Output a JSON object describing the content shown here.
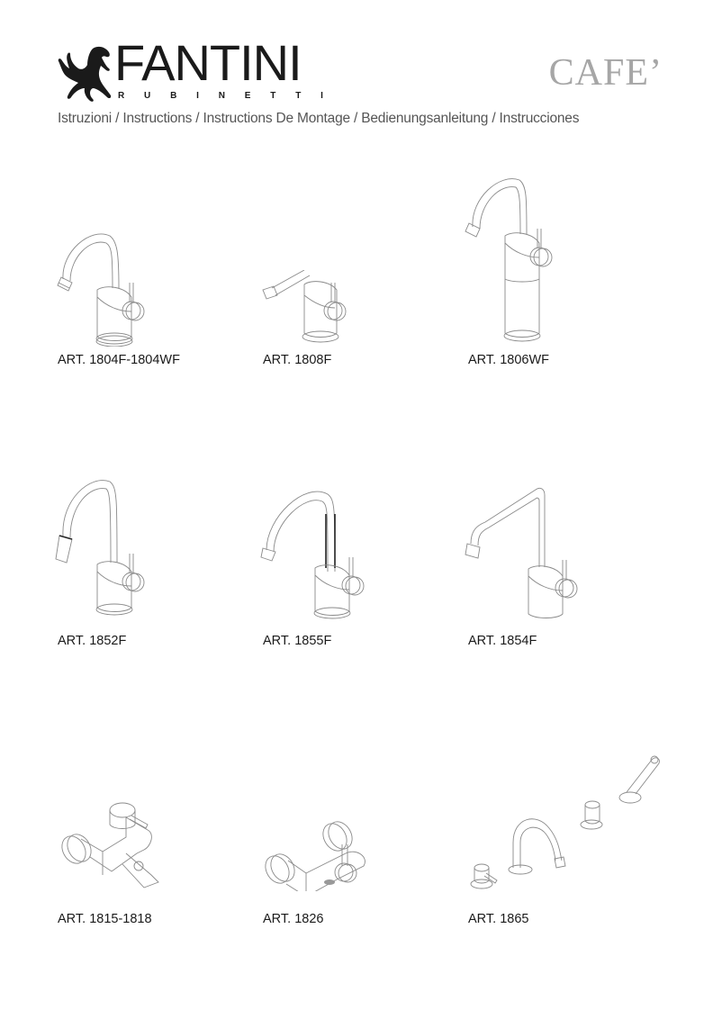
{
  "header": {
    "brand": "FANTINI",
    "brand_sub_letters": [
      "R",
      "U",
      "B",
      "I",
      "N",
      "E",
      "T",
      "T",
      "I"
    ],
    "series": "CAFE’",
    "subtitle": "Istruzioni / Instructions / Instructions De Montage / Bedienungsanleitung / Instrucciones"
  },
  "products": [
    {
      "label": "ART. 1804F-1804WF",
      "icon": "basin-mixer-icon"
    },
    {
      "label": "ART. 1808F",
      "icon": "bidet-mixer-icon"
    },
    {
      "label": "ART. 1806WF",
      "icon": "tall-basin-mixer-icon"
    },
    {
      "label": "ART. 1852F",
      "icon": "pull-out-kitchen-mixer-icon"
    },
    {
      "label": "ART. 1855F",
      "icon": "kitchen-mixer-icon"
    },
    {
      "label": "ART. 1854F",
      "icon": "square-spout-kitchen-mixer-icon"
    },
    {
      "label": "ART. 1815-1818",
      "icon": "wall-bath-mixer-icon"
    },
    {
      "label": "ART. 1826",
      "icon": "wall-shower-mixer-icon"
    },
    {
      "label": "ART. 1865",
      "icon": "deck-bath-set-icon"
    }
  ]
}
